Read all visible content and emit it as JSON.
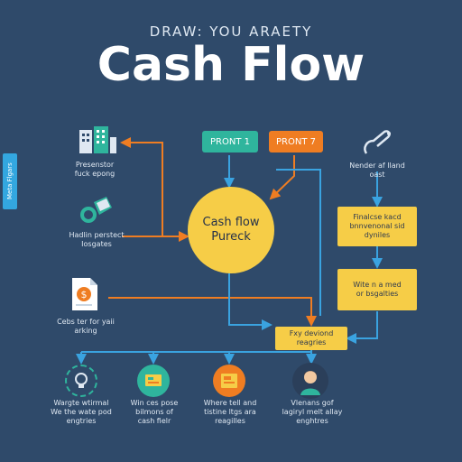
{
  "header": {
    "subtitle": "DRAW: YOU ARAETY",
    "title": "Cash Flow"
  },
  "side_tab": {
    "label": "Meta Flgars"
  },
  "left_nodes": [
    {
      "icon": "building-icon",
      "line1": "Presenstor",
      "line2": "fuck epong"
    },
    {
      "icon": "money-bag-icon",
      "line1": "Hadlin perstect",
      "line2": "Iosgates"
    },
    {
      "icon": "document-dollar-icon",
      "line1": "Cebs ter for yaii",
      "line2": "arking"
    }
  ],
  "top_buttons": [
    {
      "label": "PRONT 1",
      "color": "#2fb59d"
    },
    {
      "label": "PRONT 7",
      "color": "#ef7d22"
    }
  ],
  "center_node": {
    "line1": "Cash flow",
    "line2": "Pureck"
  },
  "right_top": {
    "icon": "hook-icon",
    "line1": "Nender af lland",
    "line2": "oast"
  },
  "right_boxes": [
    {
      "line1": "Finalcse kacd",
      "line2": "bnnvenonal sid",
      "line3": "dyniles"
    },
    {
      "line1": "Wite n a med",
      "line2": "or bsgalties",
      "line3": ""
    }
  ],
  "bottom_box": {
    "line1": "Fxy deviond",
    "line2": "reagries"
  },
  "bottom_items": [
    {
      "icon": "bulb-gear-icon",
      "line1": "Wargte wtirmal",
      "line2": "We the wate pod",
      "line3": "engtries",
      "circle": "#2f4a6a"
    },
    {
      "icon": "cash-card-icon",
      "line1": "Win ces pose",
      "line2": "bilmons of",
      "line3": "cash fielr",
      "circle": "#2fb59d"
    },
    {
      "icon": "cash-register-icon",
      "line1": "Where tell and",
      "line2": "tistine ltgs ara",
      "line3": "reagilles",
      "circle": "#ef7d22"
    },
    {
      "icon": "person-icon",
      "line1": "Vlenans gof",
      "line2": "lagiryl melt allay",
      "line3": "enghtres",
      "circle": "#2b3f5a"
    }
  ],
  "colors": {
    "background": "#2f4a6a",
    "teal": "#2fb59d",
    "orange": "#ef7d22",
    "yellow": "#f6cd47",
    "blue_line": "#3aa3e0",
    "orange_line": "#ef7d22"
  }
}
